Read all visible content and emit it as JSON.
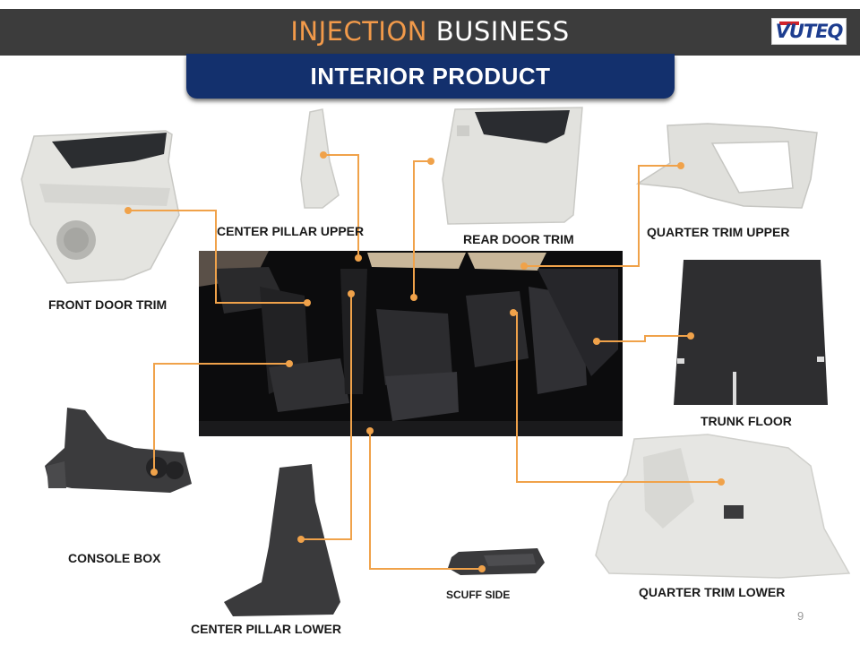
{
  "header": {
    "title_accent": "INJECTION",
    "title_rest": " BUSINESS",
    "logo_text": "VUTEQ"
  },
  "banner": "INTERIOR PRODUCT",
  "labels": {
    "front_door_trim": "FRONT DOOR TRIM",
    "center_pillar_upper": "CENTER PILLAR UPPER",
    "rear_door_trim": "REAR DOOR TRIM",
    "quarter_trim_upper": "QUARTER TRIM UPPER",
    "trunk_floor": "TRUNK FLOOR",
    "console_box": "CONSOLE BOX",
    "center_pillar_lower": "CENTER PILLAR LOWER",
    "scuff_side": "SCUFF SIDE",
    "quarter_trim_lower": "QUARTER TRIM LOWER"
  },
  "page_number": "9",
  "colors": {
    "header_bg": "#3c3c3c",
    "accent_orange": "#f29a4a",
    "banner_bg": "#13306d",
    "leader_line": "#f0a24a"
  }
}
